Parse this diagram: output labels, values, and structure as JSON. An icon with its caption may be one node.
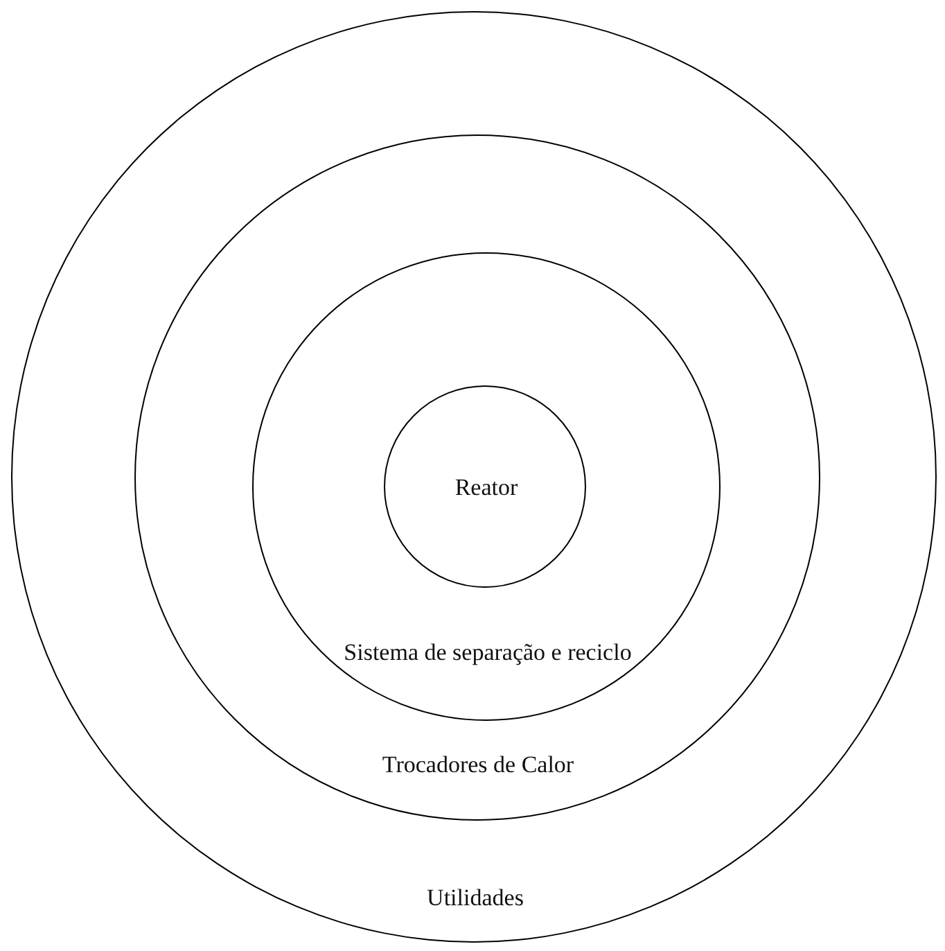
{
  "diagram": {
    "nodes": [
      {
        "text": [
          "Utilidades"
        ]
      },
      {
        "text": [
          "Trocadores de Calor"
        ],
        "in": 0
      },
      {
        "text": [
          "Sistema de separação e reciclo"
        ],
        "in": 1
      },
      {
        "text": [
          "Reator"
        ],
        "in": 2
      }
    ]
  }
}
